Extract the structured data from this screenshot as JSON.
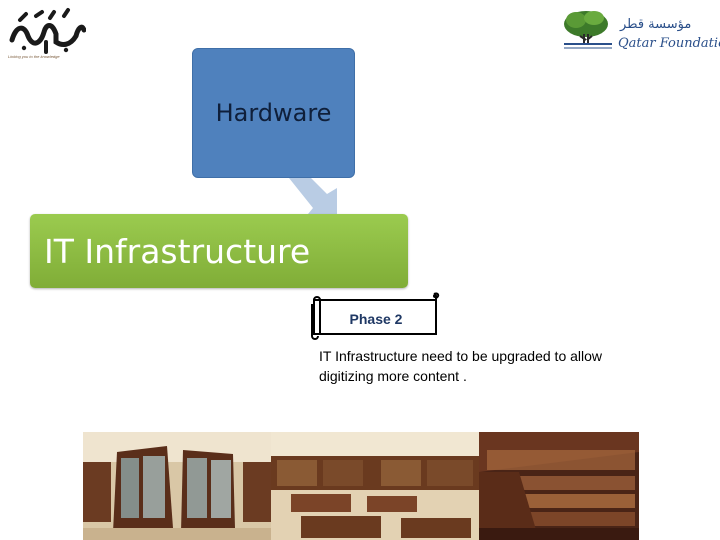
{
  "logos": {
    "left": {
      "icon": "thaqafa-calligraphy-logo",
      "text": "ثقافه",
      "tagline": "Linking you to the knowledge"
    },
    "right": {
      "icon": "tree-logo",
      "brand_arabic": "مؤسسة قطر",
      "brand": "Qatar Foundation"
    }
  },
  "diagram": {
    "top_box": {
      "label": "Hardware",
      "color": "#4f81bd"
    },
    "arrow": {
      "icon": "down-arrow-icon",
      "color": "#b9cce4"
    },
    "main_box": {
      "label": "IT Infrastructure",
      "color": "#8fbc45"
    }
  },
  "phase": {
    "label": "Phase 2"
  },
  "description": "IT Infrastructure need to be upgraded to allow digitizing more content .",
  "photos": [
    {
      "icon": "library-display-case-photo"
    },
    {
      "icon": "library-hall-photo"
    },
    {
      "icon": "library-bookshelf-photo"
    }
  ]
}
